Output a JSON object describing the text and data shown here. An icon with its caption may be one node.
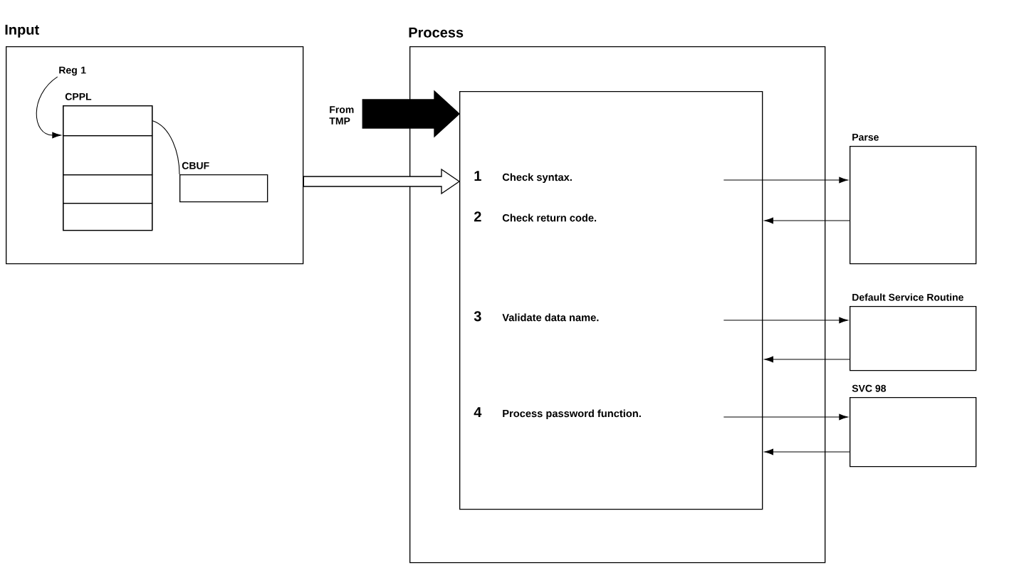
{
  "diagram": {
    "nodes": [
      {
        "text": [
          "Input"
        ]
      },
      {
        "text": [
          "Reg 1"
        ],
        "in": 0
      },
      {
        "text": [
          "CPPL"
        ],
        "in": 0
      },
      {
        "text": [],
        "shape": "box",
        "in": 2
      },
      {
        "text": [],
        "shape": "box",
        "in": 2
      },
      {
        "text": [],
        "shape": "box",
        "in": 2
      },
      {
        "text": [],
        "shape": "box",
        "in": 2
      },
      {
        "text": [
          "CBUF"
        ],
        "in": 0
      },
      {
        "text": [
          "Process"
        ]
      },
      {
        "text": [
          "From TMP"
        ]
      },
      {
        "text": [],
        "shape": "box",
        "in": 8
      },
      {
        "text": [
          "1",
          "Check syntax."
        ],
        "in": 10
      },
      {
        "text": [
          "2",
          "Check return code."
        ],
        "in": 10
      },
      {
        "text": [
          "3",
          "Validate data name."
        ],
        "in": 10
      },
      {
        "text": [
          "4",
          "Process password function."
        ],
        "in": 10
      },
      {
        "text": [
          "Parse"
        ]
      },
      {
        "text": [
          "Default Service Routine"
        ]
      },
      {
        "text": [
          "SVC 98"
        ]
      }
    ],
    "edges": [
      {
        "from": 1,
        "to": 4,
        "arrow": "to"
      },
      {
        "from": 3,
        "to": 7,
        "arrow": "none"
      },
      {
        "from": 0,
        "to": 10,
        "arrow": "to"
      },
      {
        "from": 9,
        "to": 10,
        "arrow": "to",
        "style": "thick"
      },
      {
        "from": 10,
        "to": 15,
        "arrow": "to"
      },
      {
        "from": 15,
        "to": 10,
        "arrow": "to"
      },
      {
        "from": 10,
        "to": 16,
        "arrow": "to"
      },
      {
        "from": 16,
        "to": 10,
        "arrow": "to"
      },
      {
        "from": 10,
        "to": 17,
        "arrow": "to"
      },
      {
        "from": 17,
        "to": 10,
        "arrow": "to"
      }
    ]
  }
}
